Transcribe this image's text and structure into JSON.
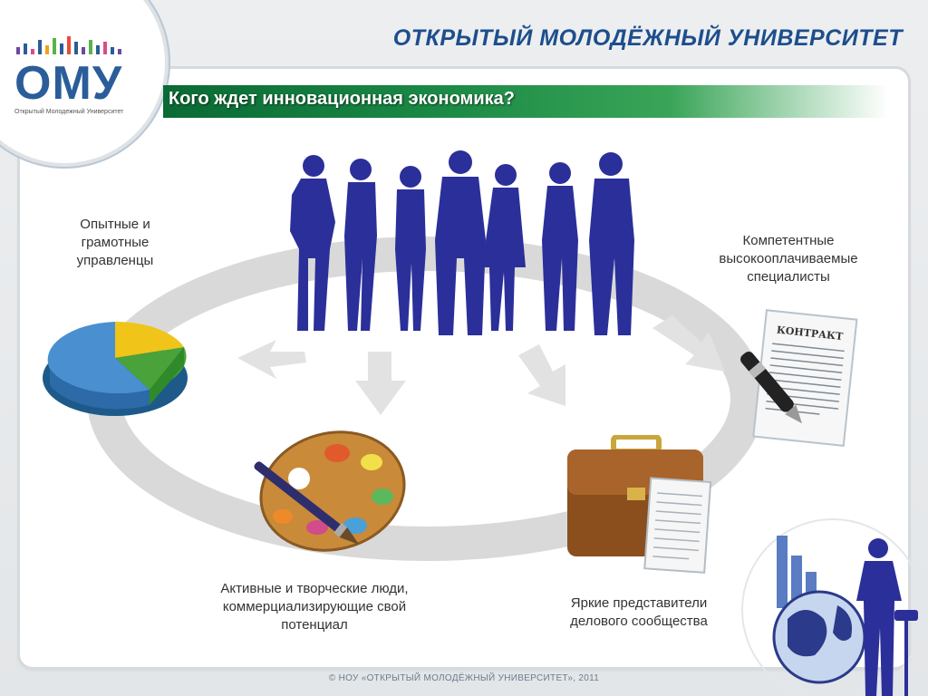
{
  "header": {
    "title": "ОТКРЫТЫЙ МОЛОДЁЖНЫЙ УНИВЕРСИТЕТ"
  },
  "logo": {
    "text": "ОМУ",
    "subtitle": "Открытый Молодежный Университет"
  },
  "banner": {
    "title": "Кого ждет инновационная экономика?"
  },
  "captions": {
    "managers": [
      "Опытные и",
      "грамотные",
      "управленцы"
    ],
    "specialists": [
      "Компетентные",
      "высокооплачиваемые",
      "специалисты"
    ],
    "creative": [
      "Активные и творческие люди,",
      "коммерциализирующие свой",
      "потенциал"
    ],
    "business": [
      "Яркие представители",
      "делового сообщества"
    ]
  },
  "contract_label": "КОНТРАКТ",
  "footer": {
    "text": "© НОУ «ОТКРЫТЫЙ МОЛОДЁЖНЫЙ УНИВЕРСИТЕТ», 2011"
  },
  "colors": {
    "brand_blue": "#1d4e8c",
    "banner_green": "#1c8b46",
    "silhouette": "#2b2f9a"
  },
  "icons": [
    "pie-chart-icon",
    "contract-icon",
    "palette-icon",
    "briefcase-icon",
    "globe-businessman-icon"
  ]
}
